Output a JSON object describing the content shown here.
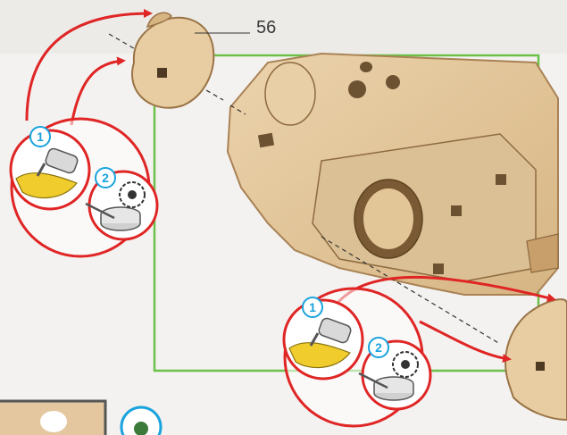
{
  "part_number": "56",
  "steps": [
    {
      "number": "1",
      "action": "apply-glue-icon"
    },
    {
      "number": "2",
      "action": "sand-gear-icon"
    }
  ],
  "colors": {
    "arrow": "#e02525",
    "frame": "#6cc04a",
    "step_badge": "#1aa3dd",
    "wood": "#e4c79e",
    "wood_dark": "#a98255",
    "glue": "#f0cc2c"
  }
}
